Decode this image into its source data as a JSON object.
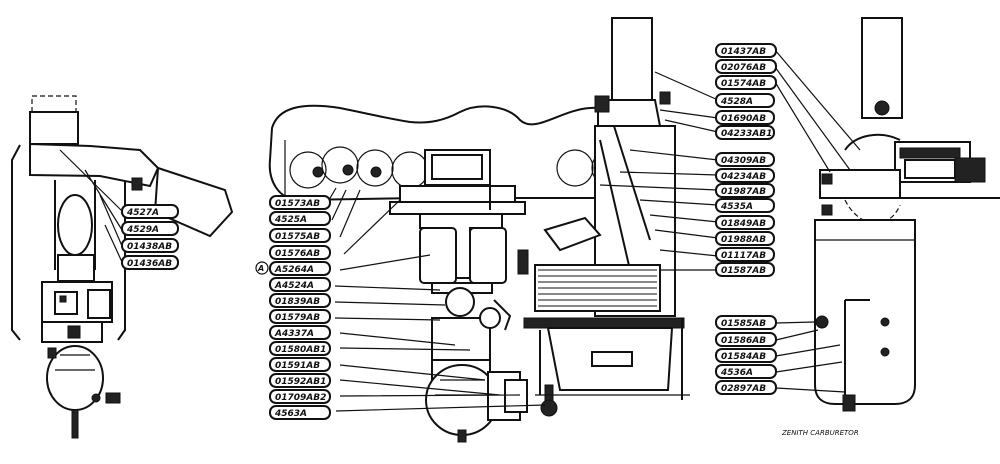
{
  "left_view": {
    "labels": [
      "4527A",
      "4529A",
      "01438AB",
      "01436AB"
    ]
  },
  "center_view": {
    "left_labels": [
      "01573AB",
      "4525A",
      "01575AB",
      "01576AB",
      "A5264A",
      "A4524A",
      "01839AB",
      "01579AB",
      "A4337A",
      "01580AB1",
      "01591AB",
      "01592AB1",
      "01709AB2",
      "4563A"
    ],
    "section_marker": "A",
    "right_labels": [
      "4528A",
      "01690AB",
      "04233AB1",
      "04309AB",
      "04234AB",
      "01987AB",
      "4535A",
      "01849AB",
      "01988AB",
      "01117AB",
      "01587AB"
    ]
  },
  "right_view": {
    "top_labels": [
      "01437AB",
      "02076AB",
      "01574AB"
    ],
    "bottom_labels": [
      "01585AB",
      "01586AB",
      "01584AB",
      "4536A",
      "02897AB"
    ],
    "caption": "ZENITH CARBURETOR"
  }
}
